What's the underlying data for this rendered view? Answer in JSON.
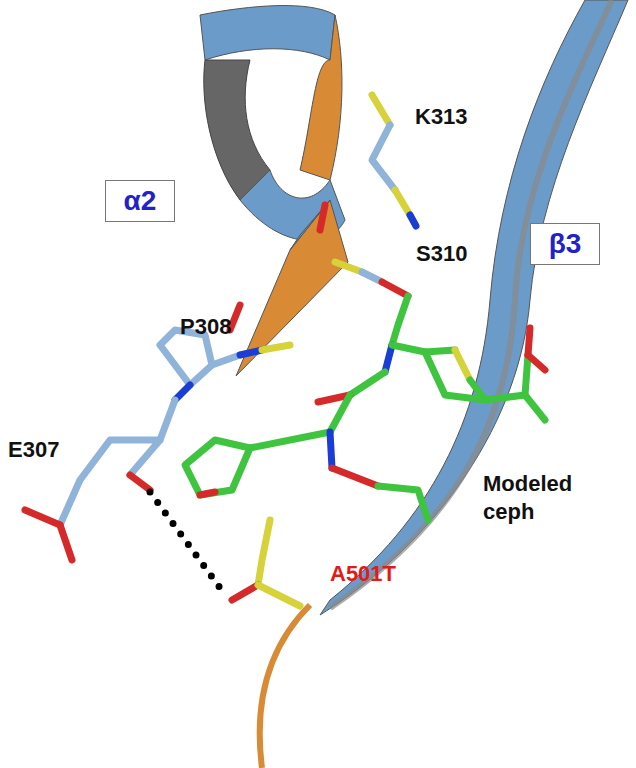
{
  "diagram": {
    "nodes": [
      {
        "text": [
          "α2"
        ]
      },
      {
        "text": [
          "β3"
        ]
      }
    ],
    "labels": [
      "K313",
      "S310",
      "P308",
      "E307",
      "Modeled ceph",
      "A501T"
    ]
  }
}
